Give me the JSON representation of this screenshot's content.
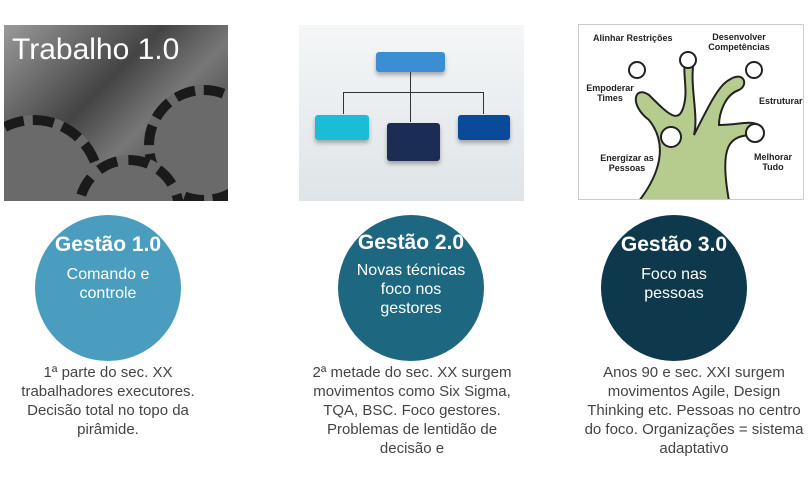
{
  "columns": [
    {
      "image_title": "Trabalho 1.0",
      "title": "Gestão 1.0",
      "subtitle": "Comando e controle",
      "description": "1ª parte do sec. XX trabalhadores executores. Decisão total no topo da pirâmide.",
      "color": "#4a9dbf"
    },
    {
      "title": "Gestão 2.0",
      "subtitle": "Novas técnicas foco nos gestores",
      "description": "2ª metade do sec. XX surgem movimentos como Six Sigma, TQA, BSC. Foco gestores. Problemas de lentidão de decisão e",
      "color": "#1e6781"
    },
    {
      "title": "Gestão 3.0",
      "subtitle": "Foco nas pessoas",
      "description": "Anos 90 e sec. XXI surgem movimentos Agile, Design Thinking etc. Pessoas no centro do foco. Organizações = sistema adaptativo",
      "color": "#0e394c",
      "tree_labels": [
        "Alinhar Restrições",
        "Desenvolver Competências",
        "Empoderar Times",
        "Estruturar",
        "Energizar as Pessoas",
        "Melhorar Tudo"
      ]
    }
  ]
}
